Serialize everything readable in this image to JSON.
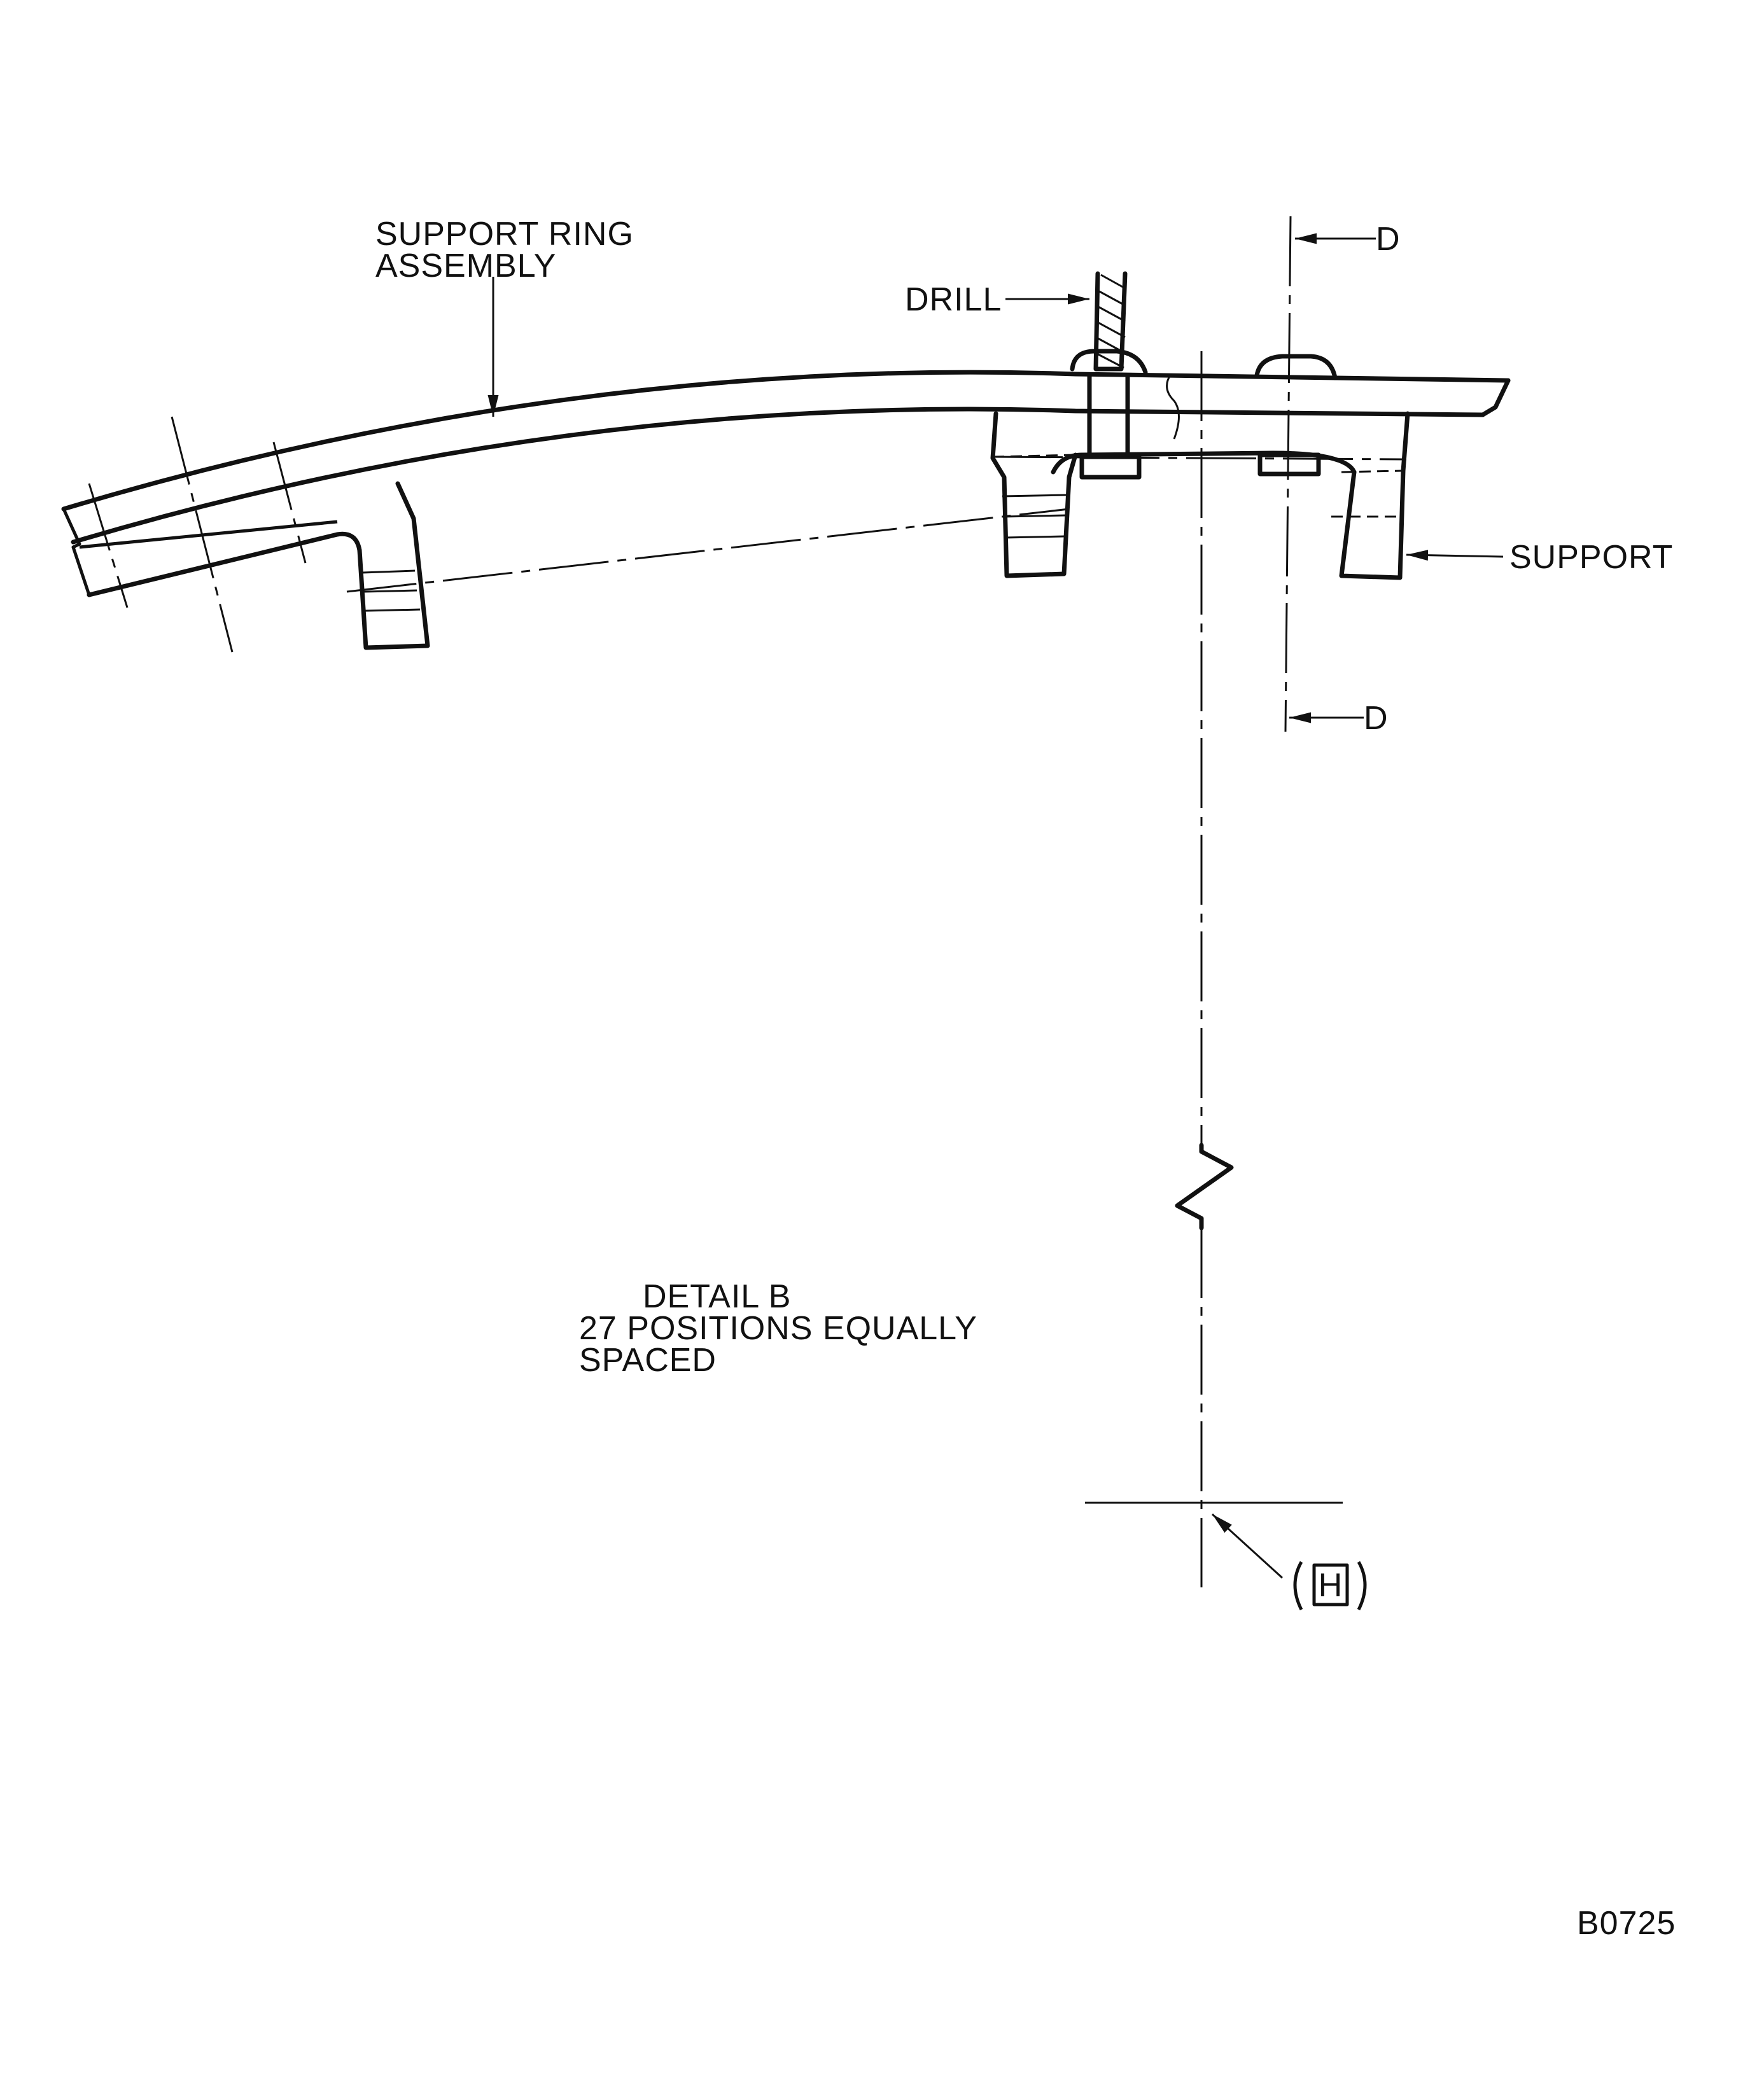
{
  "labels": {
    "support_ring_line1": "SUPPORT RING",
    "support_ring_line2": "ASSEMBLY",
    "drill": "DRILL",
    "section_top": "D",
    "section_bottom": "D",
    "support": "SUPPORT",
    "detail_line1": "DETAIL B",
    "detail_line2": "27 POSITIONS EQUALLY",
    "detail_line3": "SPACED",
    "datum": "H",
    "drawing_number": "B0725"
  },
  "colors": {
    "ink": "#111111",
    "paper": "#ffffff"
  }
}
